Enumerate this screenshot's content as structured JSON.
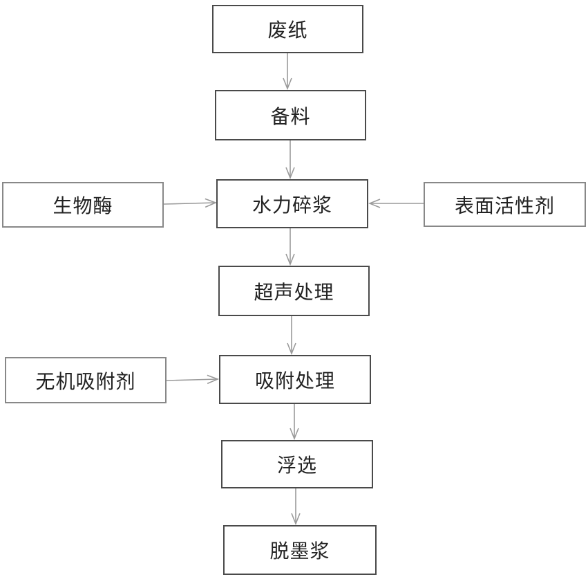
{
  "diagram": {
    "nodes": {
      "waste_paper": "废纸",
      "preparation": "备料",
      "hydro_pulping": "水力碎浆",
      "ultrasonic": "超声处理",
      "adsorption": "吸附处理",
      "flotation": "浮选",
      "deinked_pulp": "脱墨浆",
      "bio_enzyme": "生物酶",
      "surfactant": "表面活性剂",
      "inorganic_adsorbent": "无机吸附剂"
    },
    "colors": {
      "main_border": "#4a4a4a",
      "side_border": "#888888",
      "arrow": "#9a9a9a",
      "text": "#222222"
    }
  }
}
